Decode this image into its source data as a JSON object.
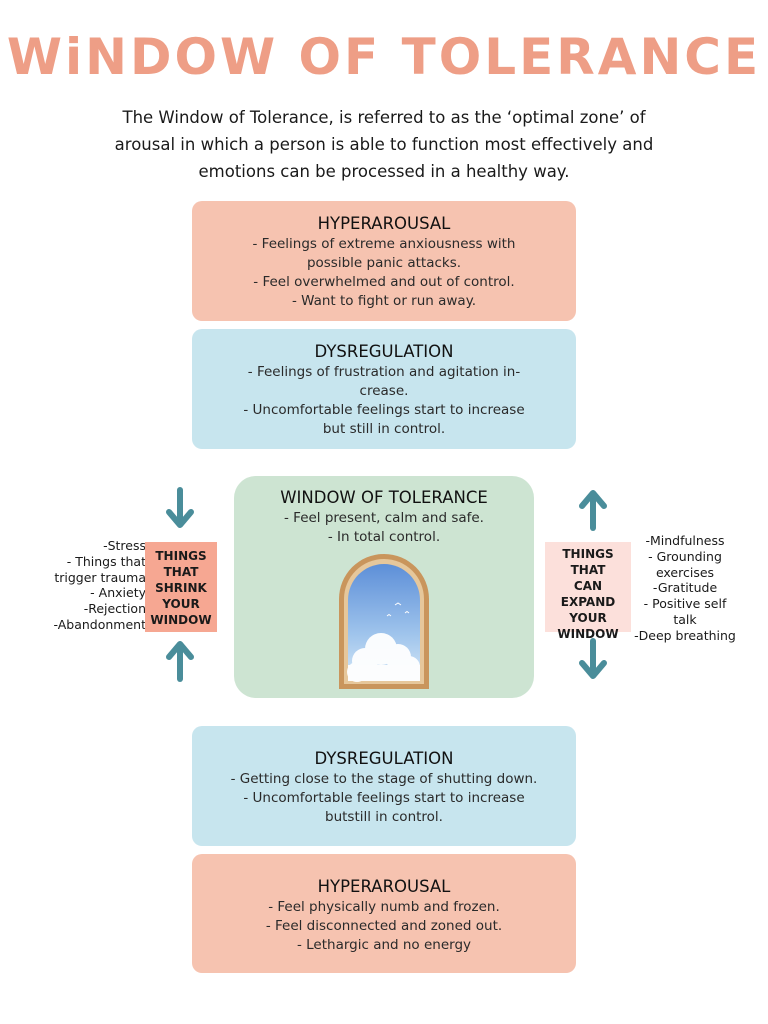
{
  "title": "WiNDOW OF TOLERANCE",
  "intro": {
    "lines": [
      "The Window of Tolerance, is referred to as the ‘optimal zone’ of",
      "arousal in which a person is able to function most effectively and",
      "emotions can be processed in a healthy way."
    ]
  },
  "hyperarousal_top": {
    "heading": "HYPERAROUSAL",
    "lines": [
      "- Feelings of extreme anxiousness with",
      "possible panic attacks.",
      "- Feel overwhelmed and out of control.",
      "- Want to fight or run away."
    ]
  },
  "dysregulation_top": {
    "heading": "DYSREGULATION",
    "lines": [
      "- Feelings of frustration and agitation in-",
      "crease.",
      "- Uncomfortable feelings start to increase",
      "but still in control."
    ]
  },
  "window": {
    "heading": "WINDOW OF TOLERANCE",
    "lines": [
      "- Feel present, calm and safe.",
      "- In total control."
    ]
  },
  "shrink": {
    "label_lines": [
      "THINGS",
      "THAT",
      "SHRINK",
      "YOUR",
      "WINDOW"
    ],
    "items": [
      "-Stress",
      "- Things that",
      "trigger trauma",
      "- Anxiety",
      "-Rejection",
      "-Abandonment"
    ]
  },
  "expand": {
    "label_lines": [
      "THINGS",
      "THAT",
      "CAN EXPAND",
      "YOUR",
      "WINDOW"
    ],
    "items": [
      "-Mindfulness",
      "- Grounding",
      "exercises",
      "-Gratitude",
      "- Positive self",
      "talk",
      "-Deep breathing"
    ]
  },
  "dysregulation_bottom": {
    "heading": "DYSREGULATION",
    "lines": [
      "- Getting close to the stage of shutting down.",
      "- Uncomfortable feelings start to increase",
      "butstill in control."
    ]
  },
  "hyperarousal_bottom": {
    "heading": "HYPERAROUSAL",
    "lines": [
      "- Feel physically numb and frozen.",
      "- Feel disconnected and zoned out.",
      "- Lethargic and no energy"
    ]
  },
  "colors": {
    "title": "#ee9e86",
    "salmon_box": "#f6c3b0",
    "blue_box": "#c7e5ee",
    "green_box": "#cde4d2",
    "arrow": "#4a8d9a"
  },
  "icons": [
    "arrow-down-icon",
    "arrow-up-icon",
    "window-illustration"
  ]
}
